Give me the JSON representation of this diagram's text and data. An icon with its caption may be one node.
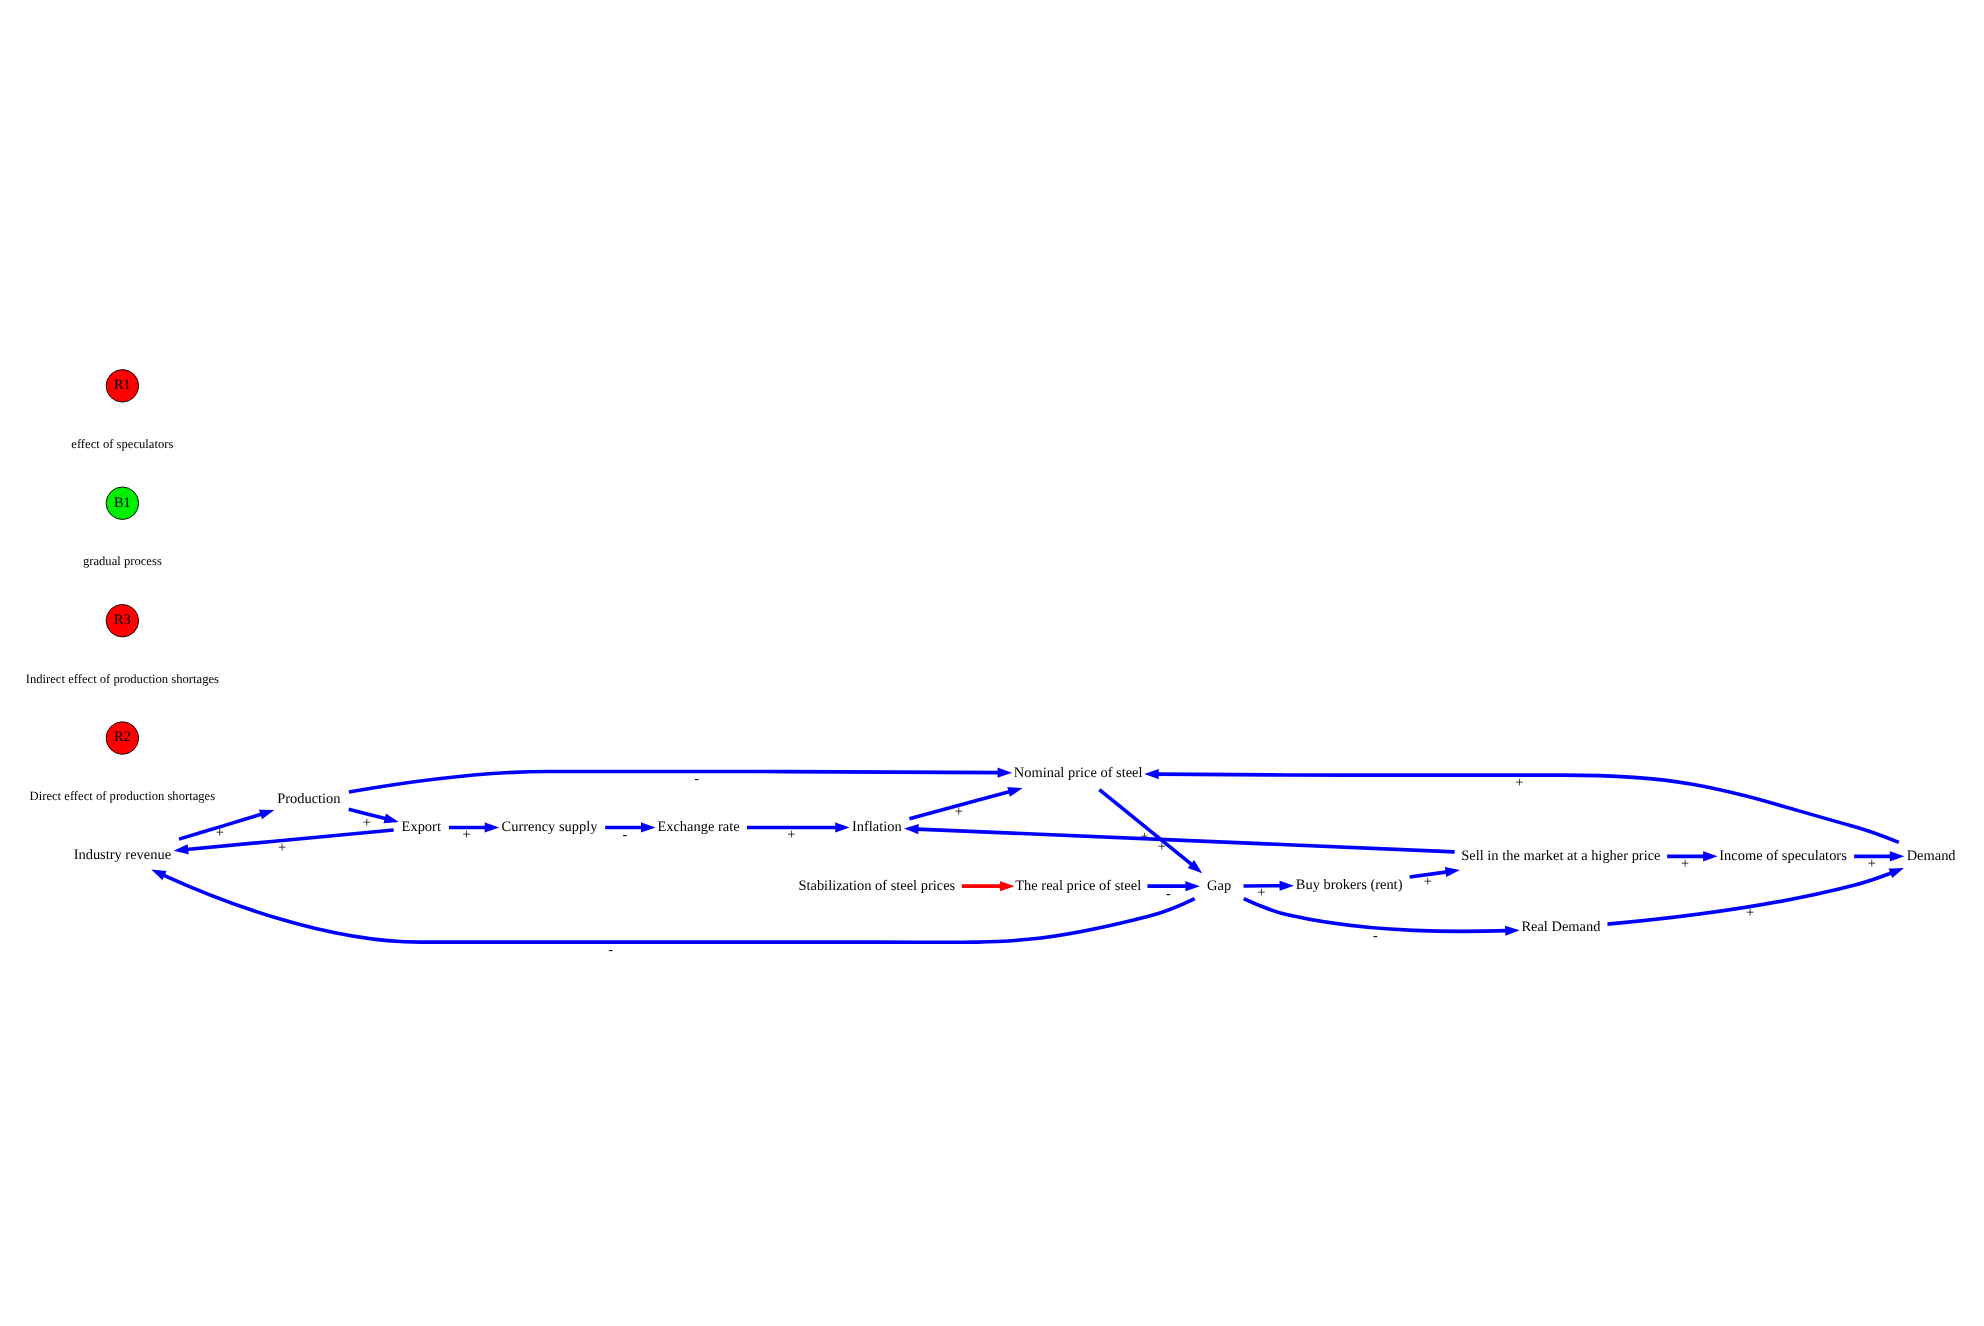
{
  "diagram": {
    "nodes": [
      {
        "text": [
          "Industry revenue"
        ]
      },
      {
        "text": [
          "Production"
        ]
      },
      {
        "text": [
          "R2"
        ],
        "beside": [
          "Direct effect of production shortages"
        ]
      },
      {
        "text": [
          "Stabilization of steel prices"
        ]
      },
      {
        "text": [
          "Export"
        ]
      },
      {
        "text": [
          "Nominal price of steel"
        ]
      },
      {
        "text": [
          "The real price of steel"
        ]
      },
      {
        "text": [
          "Currency supply"
        ]
      },
      {
        "text": [
          "R3"
        ],
        "beside": [
          "Indirect effect of production shortages"
        ]
      },
      {
        "text": [
          "Demand"
        ]
      },
      {
        "text": [
          "B1"
        ],
        "beside": [
          "gradual process"
        ]
      },
      {
        "text": [
          "Gap"
        ]
      },
      {
        "text": [
          "Exchange rate"
        ]
      },
      {
        "text": [
          "Inflation"
        ]
      },
      {
        "text": [
          "Real Demand"
        ]
      },
      {
        "text": [
          "Income of speculators"
        ]
      },
      {
        "text": [
          "R1"
        ],
        "beside": [
          "effect of speculators"
        ]
      },
      {
        "text": [
          "Buy brokers (rent)"
        ]
      },
      {
        "text": [
          "Sell in the market at a higher price"
        ]
      }
    ],
    "edges": [
      {
        "from": 0,
        "to": 1,
        "arrow": "to",
        "label": "+"
      },
      {
        "from": 1,
        "to": 5,
        "arrow": "to",
        "label": "-"
      },
      {
        "from": 1,
        "to": 4,
        "arrow": "to",
        "label": "+"
      },
      {
        "from": 4,
        "to": 0,
        "arrow": "to",
        "label": "+"
      },
      {
        "from": 4,
        "to": 7,
        "arrow": "to",
        "label": "+"
      },
      {
        "from": 7,
        "to": 12,
        "arrow": "to",
        "label": "-"
      },
      {
        "from": 12,
        "to": 13,
        "arrow": "to",
        "label": "+"
      },
      {
        "from": 13,
        "to": 5,
        "arrow": "to",
        "label": "+"
      },
      {
        "from": 9,
        "to": 5,
        "arrow": "to",
        "label": "+"
      },
      {
        "from": 5,
        "to": 11,
        "arrow": "to",
        "label": "+"
      },
      {
        "from": 11,
        "to": 0,
        "arrow": "to",
        "label": "-"
      },
      {
        "from": 3,
        "to": 6,
        "arrow": "to",
        "color": "#ff0000"
      },
      {
        "from": 6,
        "to": 11,
        "arrow": "to",
        "label": "-"
      },
      {
        "from": 11,
        "to": 14,
        "arrow": "to",
        "label": "-"
      },
      {
        "from": 14,
        "to": 9,
        "arrow": "to",
        "label": "+"
      },
      {
        "from": 11,
        "to": 17,
        "arrow": "to",
        "label": "+"
      },
      {
        "from": 17,
        "to": 18,
        "arrow": "to",
        "label": "+"
      },
      {
        "from": 18,
        "to": 15,
        "arrow": "to",
        "label": "+"
      },
      {
        "from": 15,
        "to": 9,
        "arrow": "to",
        "label": "+"
      },
      {
        "from": 18,
        "to": 13,
        "arrow": "to",
        "label": "+"
      }
    ]
  }
}
